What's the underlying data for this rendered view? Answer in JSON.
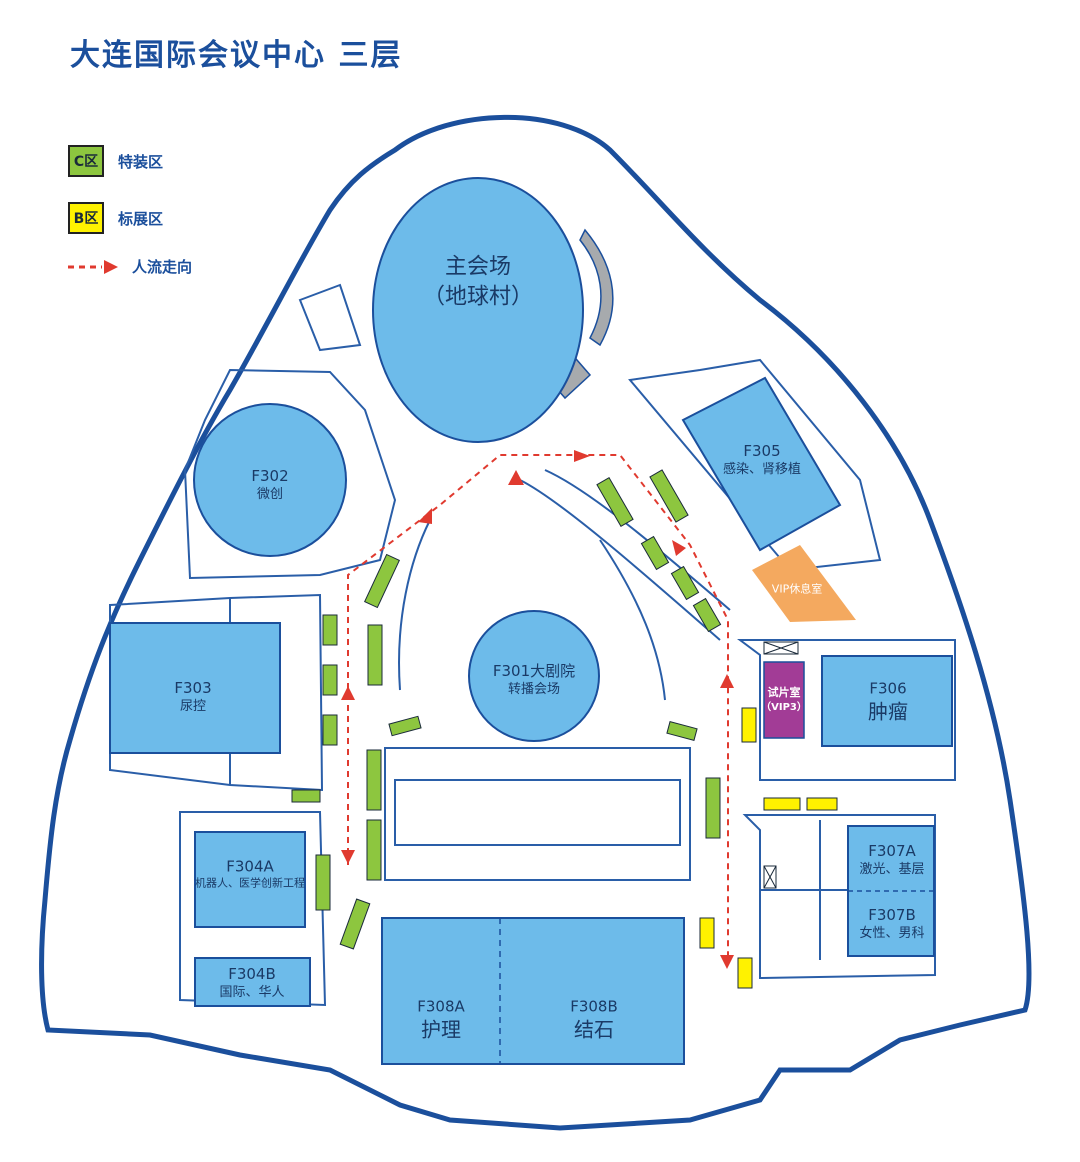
{
  "title": "大连国际会议中心  三层",
  "legend": [
    {
      "swatch": "C区",
      "label": "特装区",
      "color": "#8dc63f"
    },
    {
      "swatch": "B区",
      "label": "标展区",
      "color": "#fff200"
    },
    {
      "label": "人流走向",
      "color": "#e03a2f"
    }
  ],
  "rooms": {
    "main": {
      "code": "主会场",
      "name": "（地球村）"
    },
    "f301": {
      "code": "F301大剧院",
      "name": "转播会场"
    },
    "f302": {
      "code": "F302",
      "name": "微创"
    },
    "f303": {
      "code": "F303",
      "name": "尿控"
    },
    "f304a": {
      "code": "F304A",
      "name": "机器人、医学创新工程"
    },
    "f304b": {
      "code": "F304B",
      "name": "国际、华人"
    },
    "f305": {
      "code": "F305",
      "name": "感染、肾移植"
    },
    "f306": {
      "code": "F306",
      "name": "肿瘤"
    },
    "f307a": {
      "code": "F307A",
      "name": "激光、基层"
    },
    "f307b": {
      "code": "F307B",
      "name": "女性、男科"
    },
    "f308a": {
      "code": "F308A",
      "name": "护理"
    },
    "f308b": {
      "code": "F308B",
      "name": "结石"
    },
    "vip_lounge": "VIP休息室",
    "screening": {
      "line1": "试片室",
      "line2": "（VIP3）"
    }
  },
  "colors": {
    "room": "#6dbbea",
    "outline": "#1b4f9c",
    "wall": "#2a5ea8",
    "booth_special": "#8dc63f",
    "booth_standard": "#fff200",
    "vip_lounge": "#f4a95f",
    "screening": "#a23c96",
    "flow": "#e03a2f",
    "grey_block": "#a7aaad"
  }
}
